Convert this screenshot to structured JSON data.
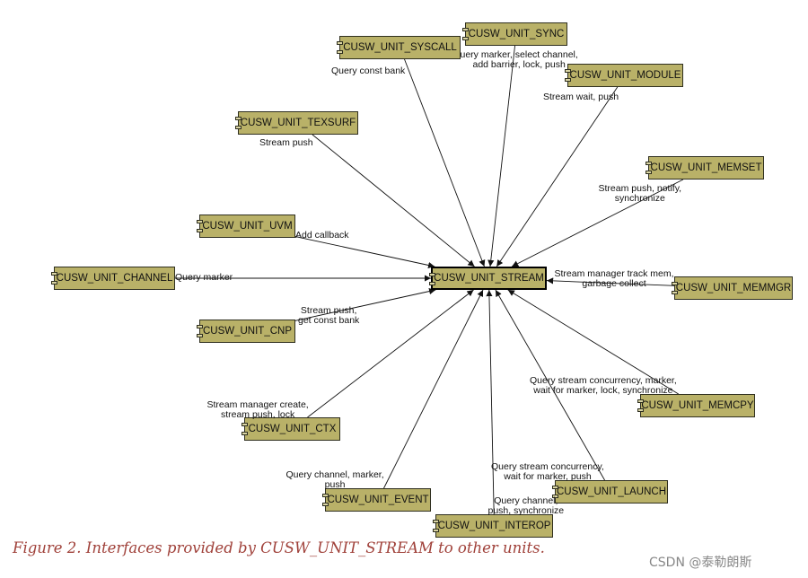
{
  "center": {
    "id": "stream",
    "label": "CUSW_UNIT_STREAM"
  },
  "units": [
    {
      "id": "syscall",
      "label": "CUSW_UNIT_SYSCALL"
    },
    {
      "id": "sync",
      "label": "CUSW_UNIT_SYNC"
    },
    {
      "id": "module",
      "label": "CUSW_UNIT_MODULE"
    },
    {
      "id": "texsurf",
      "label": "CUSW_UNIT_TEXSURF"
    },
    {
      "id": "memset",
      "label": "CUSW_UNIT_MEMSET"
    },
    {
      "id": "uvm",
      "label": "CUSW_UNIT_UVM"
    },
    {
      "id": "channel",
      "label": "CUSW_UNIT_CHANNEL"
    },
    {
      "id": "memmgr",
      "label": "CUSW_UNIT_MEMMGR"
    },
    {
      "id": "cnp",
      "label": "CUSW_UNIT_CNP"
    },
    {
      "id": "memcpy",
      "label": "CUSW_UNIT_MEMCPY"
    },
    {
      "id": "ctx",
      "label": "CUSW_UNIT_CTX"
    },
    {
      "id": "launch",
      "label": "CUSW_UNIT_LAUNCH"
    },
    {
      "id": "event",
      "label": "CUSW_UNIT_EVENT"
    },
    {
      "id": "interop",
      "label": "CUSW_UNIT_INTEROP"
    }
  ],
  "edges": [
    {
      "from": "syscall",
      "to": "stream",
      "label": [
        "Query const bank"
      ]
    },
    {
      "from": "sync",
      "to": "stream",
      "label": [
        "uery marker, select channel,",
        "add barrier, lock, push"
      ]
    },
    {
      "from": "module",
      "to": "stream",
      "label": [
        "Stream wait, push"
      ]
    },
    {
      "from": "texsurf",
      "to": "stream",
      "label": [
        "Stream push"
      ]
    },
    {
      "from": "memset",
      "to": "stream",
      "label": [
        "Stream push, notify,",
        "synchronize"
      ]
    },
    {
      "from": "uvm",
      "to": "stream",
      "label": [
        "Add callback"
      ]
    },
    {
      "from": "channel",
      "to": "stream",
      "label": [
        "Query marker"
      ]
    },
    {
      "from": "memmgr",
      "to": "stream",
      "label": [
        "Stream manager track mem,",
        "garbage collect"
      ]
    },
    {
      "from": "cnp",
      "to": "stream",
      "label": [
        "Stream push,",
        "get const bank"
      ]
    },
    {
      "from": "memcpy",
      "to": "stream",
      "label": [
        "Query stream concurrency, marker,",
        "wait for marker, lock, synchronize"
      ]
    },
    {
      "from": "ctx",
      "to": "stream",
      "label": [
        "Stream manager create,",
        "stream push, lock"
      ]
    },
    {
      "from": "launch",
      "to": "stream",
      "label": [
        "Query stream concurrency,",
        "wait for marker, push"
      ]
    },
    {
      "from": "event",
      "to": "stream",
      "label": [
        "Query channel, marker,",
        "push"
      ]
    },
    {
      "from": "interop",
      "to": "stream",
      "label": [
        "Query channel,",
        "push, synchronize"
      ]
    }
  ],
  "caption": "Figure 2. Interfaces provided by CUSW_UNIT_STREAM to other units.",
  "watermark": "CSDN @泰勒朗斯",
  "colors": {
    "unit_fill": "#b9b168",
    "unit_border": "#2f2f1f",
    "caption": "#a0413a",
    "edge": "#111111"
  }
}
